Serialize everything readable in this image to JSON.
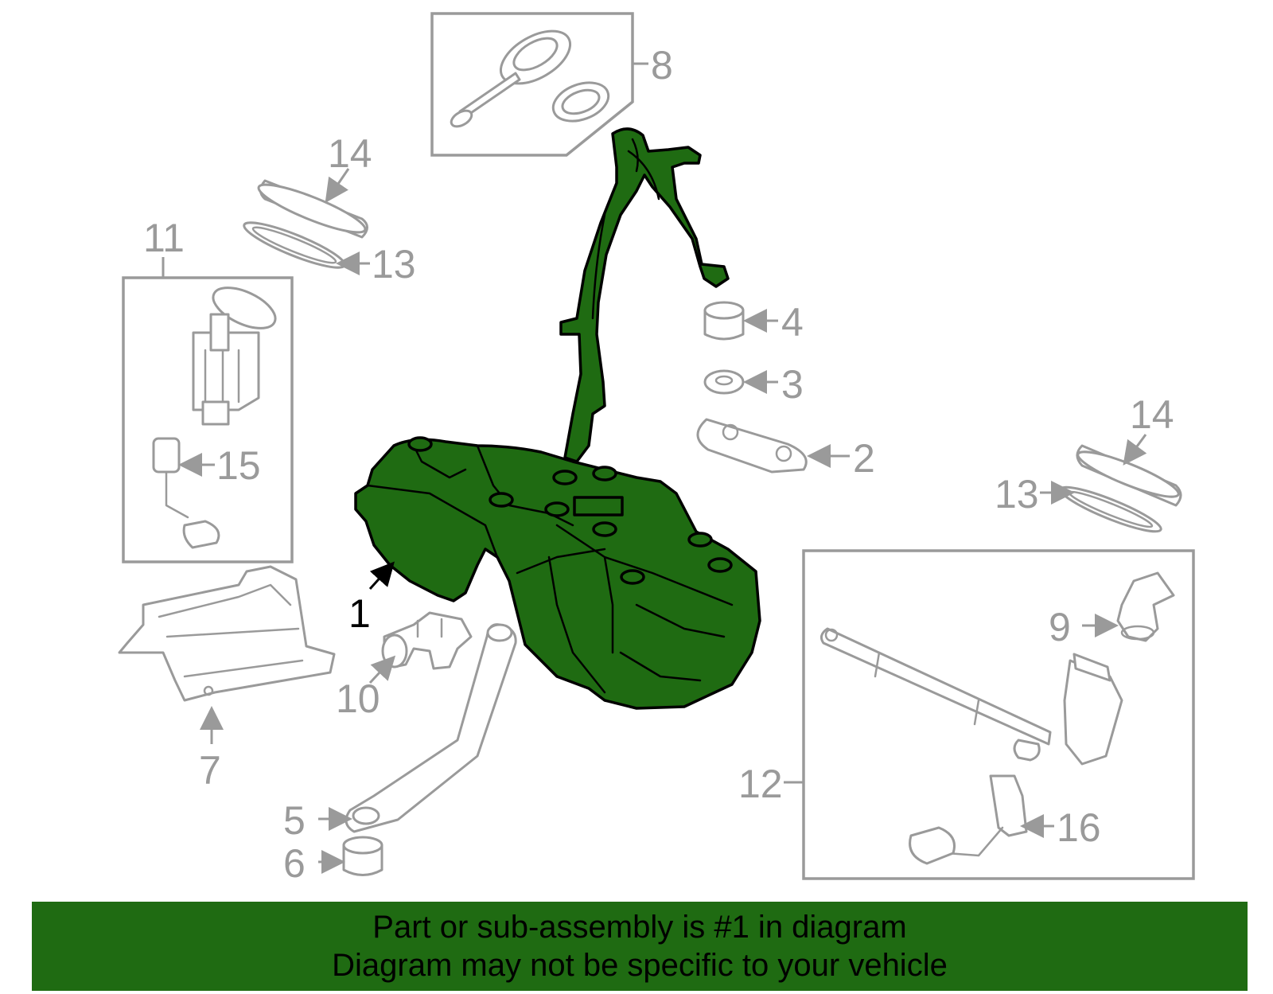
{
  "diagram": {
    "highlight_color": "#1f6b12",
    "callout_color": "#9a9a9a",
    "callouts": {
      "c1": "1",
      "c2": "2",
      "c3": "3",
      "c4": "4",
      "c5": "5",
      "c6": "6",
      "c7": "7",
      "c8": "8",
      "c9": "9",
      "c10": "10",
      "c11": "11",
      "c12": "12",
      "c13a": "13",
      "c13b": "13",
      "c14a": "14",
      "c14b": "14",
      "c15": "15",
      "c16": "16"
    }
  },
  "banner": {
    "line1": "Part or sub-assembly is #1 in diagram",
    "line2": "Diagram may not be specific to your vehicle"
  }
}
